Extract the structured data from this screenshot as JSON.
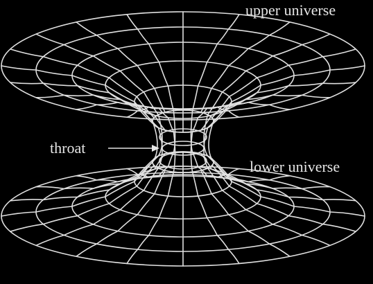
{
  "labels": {
    "upper": "upper universe",
    "lower": "lower universe",
    "throat": "throat"
  },
  "colors": {
    "background": "#000000",
    "mesh": "#e0e0e0",
    "text": "#e6e6e6"
  }
}
